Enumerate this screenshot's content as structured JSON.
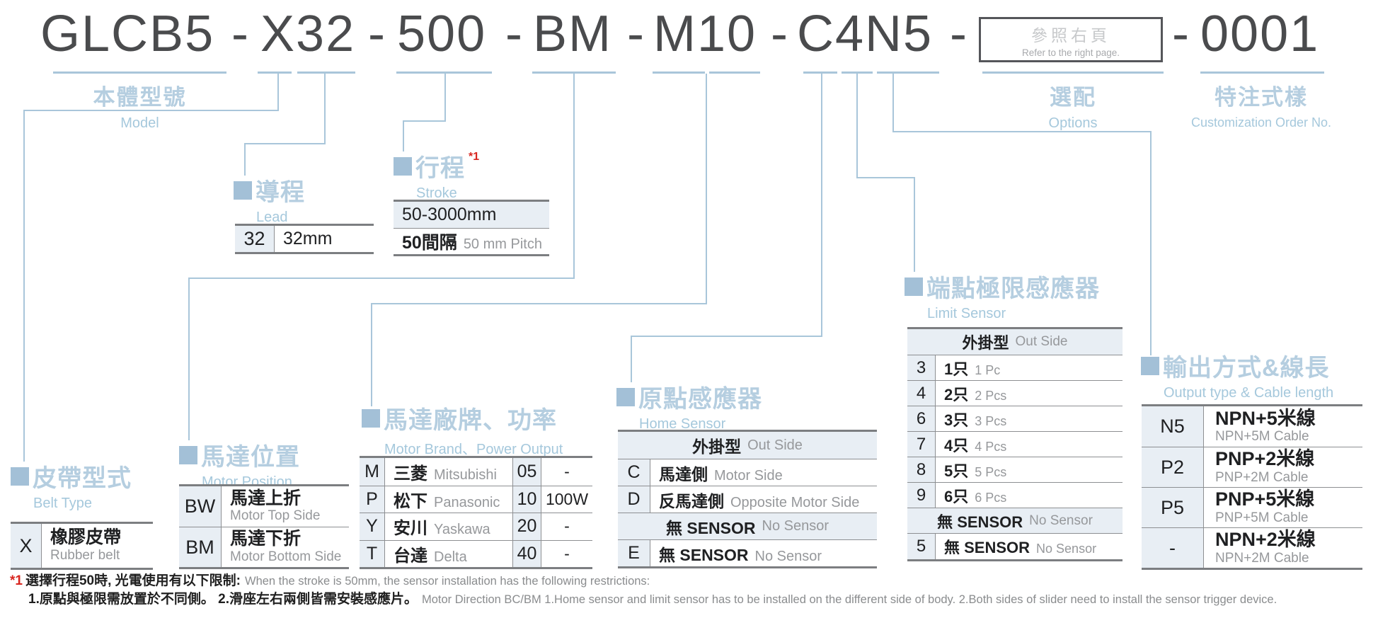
{
  "model_code": {
    "dash": "-",
    "segments": {
      "model": "GLCB5",
      "belt_lead": "X32",
      "stroke": "500",
      "motor_position": "BM",
      "motor_brand_power": "M10",
      "sensors_output": "C4N5",
      "custom": "0001"
    },
    "options_box": {
      "zh": "參照右頁",
      "en": "Refer to the right page."
    }
  },
  "labels": {
    "model_zh": "本體型號",
    "model_en": "Model",
    "options_zh": "選配",
    "options_en": "Options",
    "custom_zh": "特注式樣",
    "custom_en": "Customization Order No."
  },
  "belt_type": {
    "title_zh": "皮帶型式",
    "title_en": "Belt Type",
    "rows": [
      {
        "code": "X",
        "zh": "橡膠皮帶",
        "en": "Rubber belt"
      }
    ]
  },
  "motor_position": {
    "title_zh": "馬達位置",
    "title_en": "Motor Position",
    "rows": [
      {
        "code": "BW",
        "zh": "馬達上折",
        "en": "Motor Top Side"
      },
      {
        "code": "BM",
        "zh": "馬達下折",
        "en": "Motor Bottom Side"
      }
    ]
  },
  "lead": {
    "title_zh": "導程",
    "title_en": "Lead",
    "rows": [
      {
        "code": "32",
        "value": "32mm"
      }
    ]
  },
  "stroke": {
    "title_zh": "行程",
    "title_en": "Stroke",
    "note_ref": "*1",
    "range": "50-3000mm",
    "pitch_zh": "50間隔",
    "pitch_en": "50 mm Pitch"
  },
  "motor_brand": {
    "title_zh": "馬達廠牌、功率",
    "title_en": "Motor Brand、Power Output",
    "rows": [
      {
        "code": "M",
        "zh": "三菱",
        "en": "Mitsubishi",
        "pcode": "05",
        "power": "-"
      },
      {
        "code": "P",
        "zh": "松下",
        "en": "Panasonic",
        "pcode": "10",
        "power": "100W"
      },
      {
        "code": "Y",
        "zh": "安川",
        "en": "Yaskawa",
        "pcode": "20",
        "power": "-"
      },
      {
        "code": "T",
        "zh": "台達",
        "en": "Delta",
        "pcode": "40",
        "power": "-"
      }
    ]
  },
  "home_sensor": {
    "title_zh": "原點感應器",
    "title_en": "Home Sensor",
    "group_out_zh": "外掛型",
    "group_out_en": "Out Side",
    "rows_out": [
      {
        "code": "C",
        "zh": "馬達側",
        "en": "Motor Side"
      },
      {
        "code": "D",
        "zh": "反馬達側",
        "en": "Opposite Motor Side"
      }
    ],
    "group_none_zh": "無 SENSOR",
    "group_none_en": "No Sensor",
    "rows_none": [
      {
        "code": "E",
        "zh": "無 SENSOR",
        "en": "No Sensor"
      }
    ]
  },
  "limit_sensor": {
    "title_zh": "端點極限感應器",
    "title_en": "Limit Sensor",
    "group_out_zh": "外掛型",
    "group_out_en": "Out Side",
    "rows_out": [
      {
        "code": "3",
        "zh": "1只",
        "en": "1 Pc"
      },
      {
        "code": "4",
        "zh": "2只",
        "en": "2 Pcs"
      },
      {
        "code": "6",
        "zh": "3只",
        "en": "3 Pcs"
      },
      {
        "code": "7",
        "zh": "4只",
        "en": "4 Pcs"
      },
      {
        "code": "8",
        "zh": "5只",
        "en": "5 Pcs"
      },
      {
        "code": "9",
        "zh": "6只",
        "en": "6 Pcs"
      }
    ],
    "group_none_zh": "無 SENSOR",
    "group_none_en": "No Sensor",
    "rows_none": [
      {
        "code": "5",
        "zh": "無 SENSOR",
        "en": "No Sensor"
      }
    ]
  },
  "output_cable": {
    "title_zh": "輸出方式&線長",
    "title_en": "Output type & Cable length",
    "rows": [
      {
        "code": "N5",
        "zh": "NPN+5米線",
        "en": "NPN+5M Cable"
      },
      {
        "code": "P2",
        "zh": "PNP+2米線",
        "en": "PNP+2M Cable"
      },
      {
        "code": "P5",
        "zh": "PNP+5米線",
        "en": "PNP+5M Cable"
      },
      {
        "code": "-",
        "zh": "NPN+2米線",
        "en": "NPN+2M Cable"
      }
    ]
  },
  "footnote": {
    "ref": "*1",
    "line1_zh": "選擇行程50時, 光電使用有以下限制:",
    "line1_en": "When the stroke is 50mm, the sensor installation has the following restrictions:",
    "line2_zh": "1.原點與極限需放置於不同側。 2.滑座左右兩側皆需安裝感應片。",
    "line2_en": "Motor Direction BC/BM 1.Home sensor and limit sensor has to be installed on the different side of body. 2.Both sides of slider need to install the sensor trigger device."
  },
  "colors": {
    "line_blue": "#a9c6da",
    "title_blue": "#b5cee0",
    "square_blue": "#a3c0d7",
    "subtitle_blue": "#a5c8dc",
    "code_dark": "#4a4b4d",
    "table_dark": "#1f2022",
    "table_gray": "#96989b",
    "shade": "#e8eef4",
    "note_red": "#d8261f"
  }
}
